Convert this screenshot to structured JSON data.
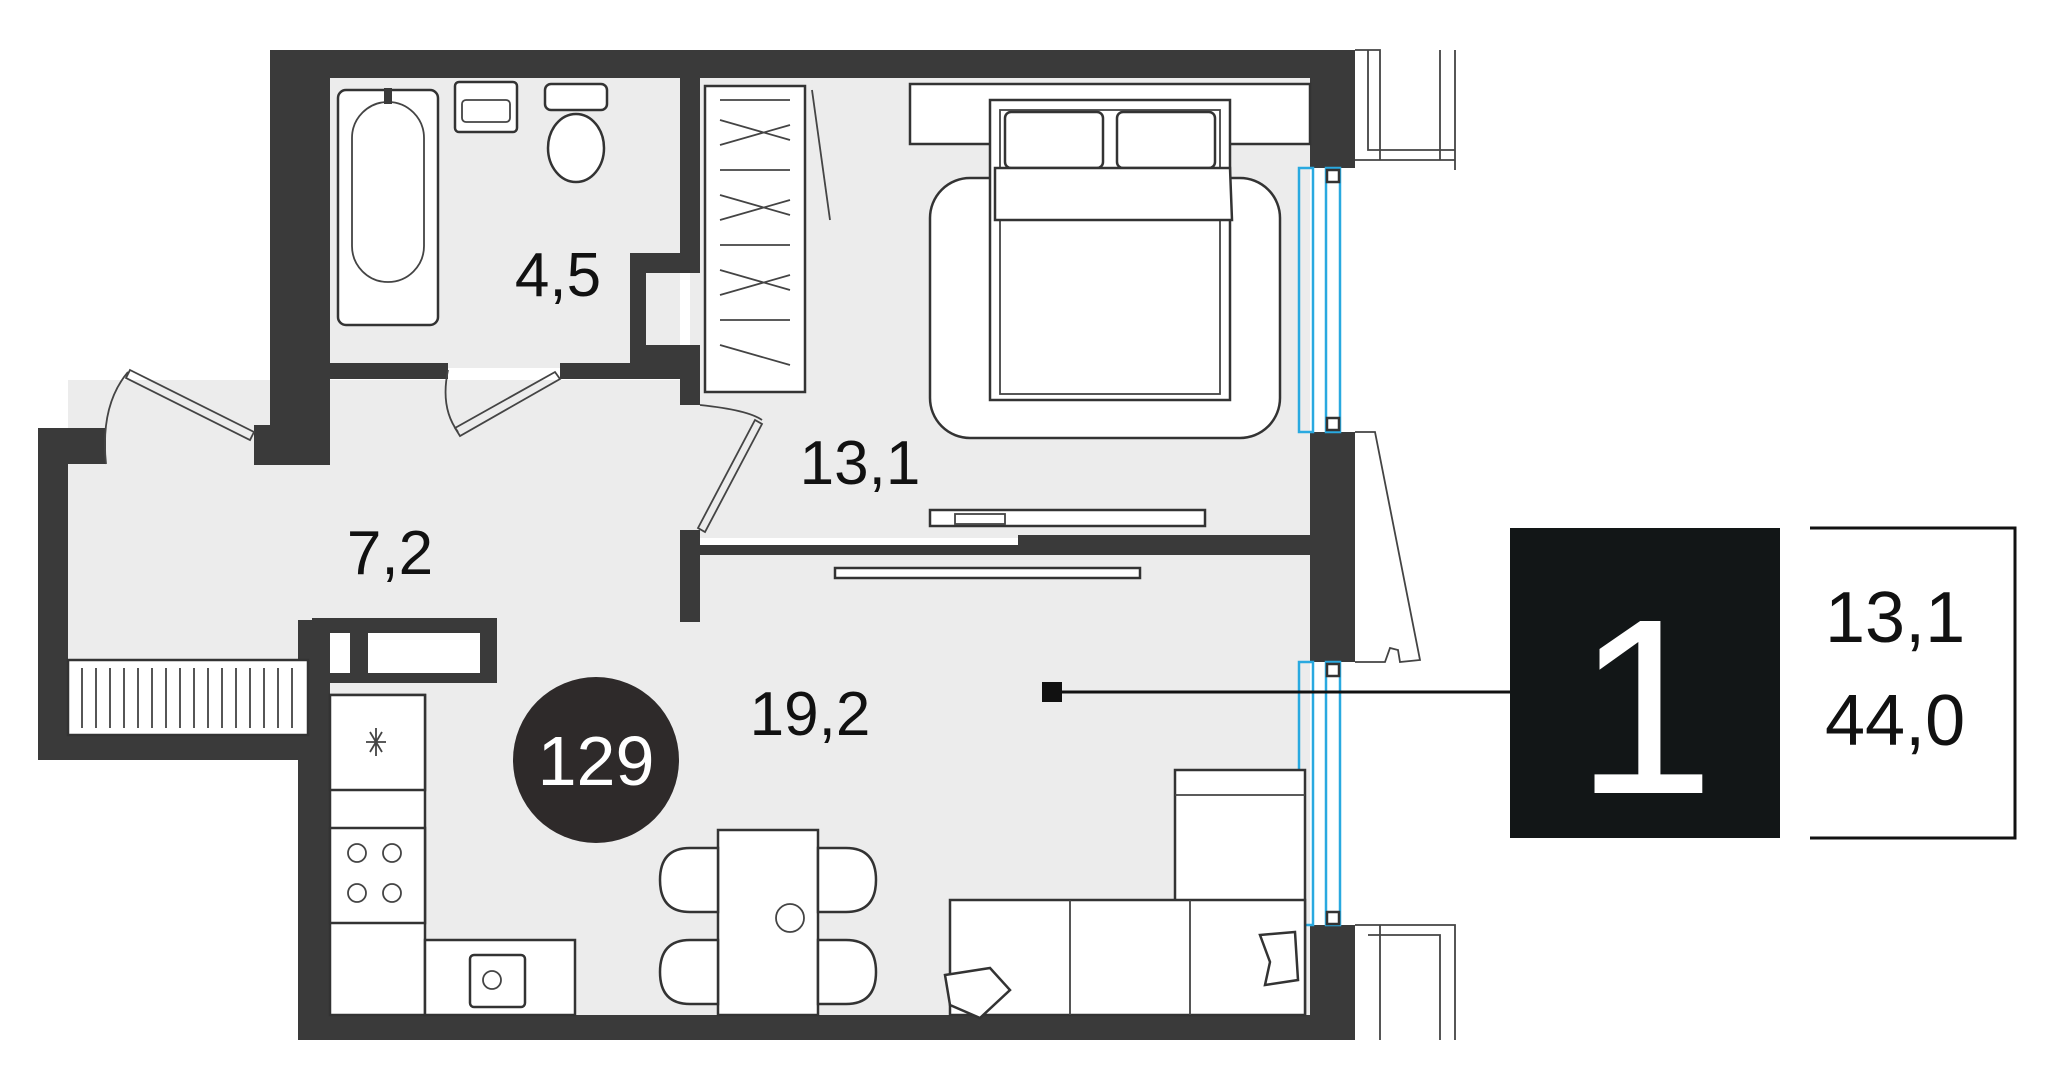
{
  "plan": {
    "rooms": [
      {
        "id": "bathroom",
        "area": "4,5"
      },
      {
        "id": "bedroom",
        "area": "13,1"
      },
      {
        "id": "hallway",
        "area": "7,2"
      },
      {
        "id": "living-kitchen",
        "area": "19,2"
      }
    ],
    "apartment_number": "129"
  },
  "info": {
    "rooms_count": "1",
    "living_area": "13,1",
    "total_area": "44,0"
  },
  "colors": {
    "wall": "#3a3a3a",
    "floor": "#ececec",
    "badge": "#2e2a2a",
    "info_block": "#121617",
    "window_glass": "#29a9e0"
  }
}
